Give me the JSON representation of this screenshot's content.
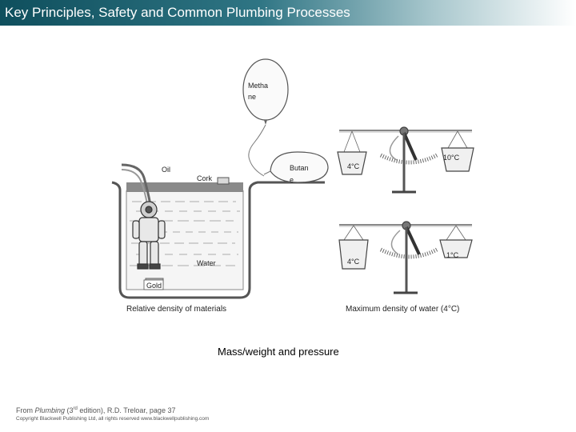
{
  "header": {
    "title": "Key Principles, Safety and Common Plumbing Processes"
  },
  "density_diagram": {
    "labels": {
      "methane_line1": "Metha",
      "methane_line2": "ne",
      "butane_line1": "Butan",
      "butane_line2": "e",
      "oil": "Oil",
      "cork": "Cork",
      "water": "Water",
      "gold": "Gold"
    },
    "caption": "Relative density of materials"
  },
  "water_diagram": {
    "labels": {
      "top_left": "4°C",
      "top_right": "10°C",
      "bottom_left": "4°C",
      "bottom_right": "1°C"
    },
    "caption": "Maximum density of water (4°C)"
  },
  "heading": "Mass/weight and pressure",
  "credit": {
    "prefix": "From ",
    "book": "Plumbing",
    "edition_open": " (3",
    "edition_sup": "rd",
    "rest": " edition), R.D. Treloar, page 37"
  },
  "copyright": "Copyright Blackwell Publishing Ltd, all rights reserved  www.blackwellpublishing.com"
}
